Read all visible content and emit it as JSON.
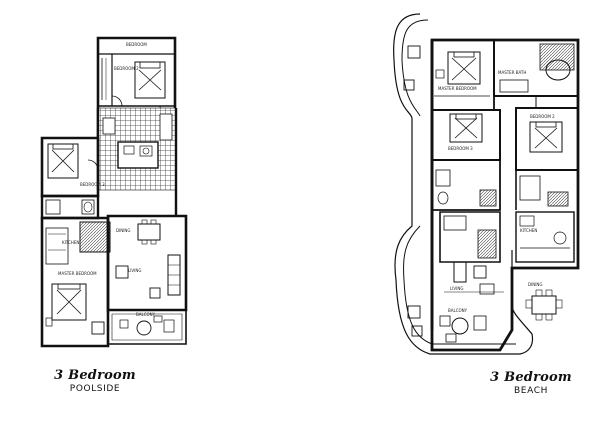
{
  "left_plan": {
    "title": "3 Bedroom",
    "subtitle": "POOLSIDE",
    "rooms": {
      "bedroom_top": "BEDROOM",
      "bedroom_2": "BEDROOM 2",
      "bedroom_3": "BEDROOM 3",
      "dining": "DINING",
      "living": "LIVING",
      "master_bedroom": "MASTER BEDROOM",
      "balcony": "BALCONY",
      "kitchen": "KITCHEN"
    }
  },
  "right_plan": {
    "title": "3 Bedroom",
    "subtitle": "BEACH",
    "rooms": {
      "master_bedroom": "MASTER BEDROOM",
      "master_bath": "MASTER BATH",
      "bedroom_2": "BEDROOM 2",
      "bedroom_3": "BEDROOM 3",
      "kitchen": "KITCHEN",
      "living": "LIVING",
      "dining": "DINING",
      "balcony": "BALCONY"
    }
  }
}
